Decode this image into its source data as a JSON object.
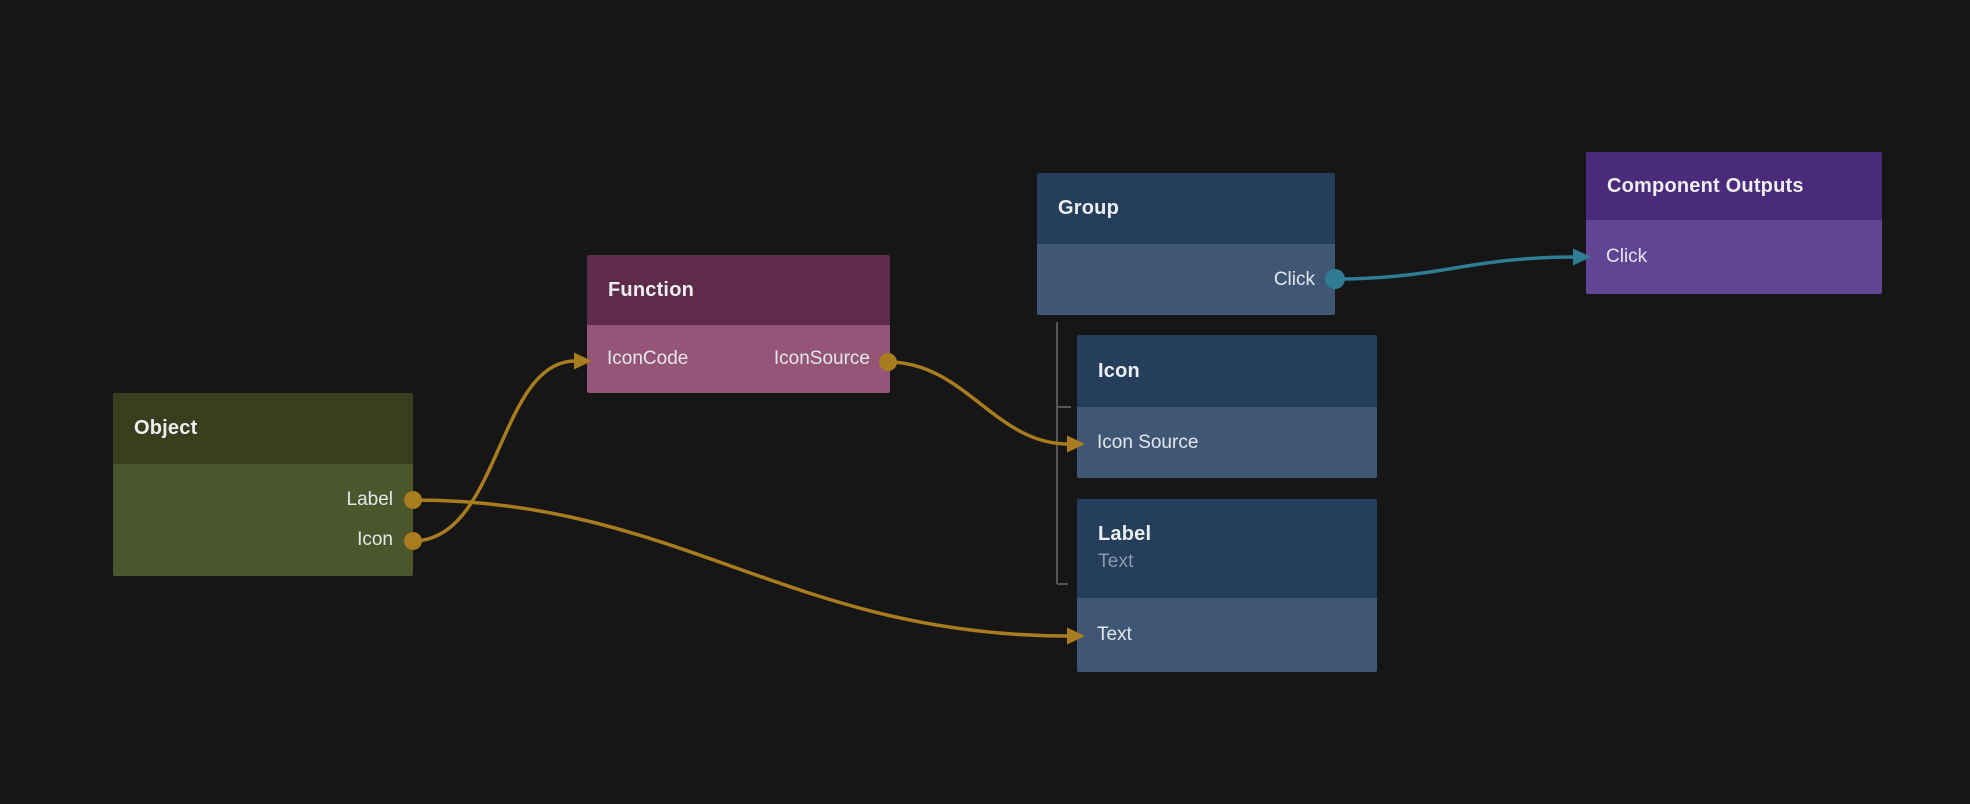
{
  "canvas": {
    "background": "#161616"
  },
  "colors": {
    "wire_gold": "#a87c1f",
    "wire_teal": "#2f7c94",
    "tree_line": "#565656",
    "object_header": "#373f1e",
    "object_body": "#4c562c",
    "function_header": "#5e2b4a",
    "function_body": "#945579",
    "blue_header": "#243e5b",
    "blue_body": "#3f5675",
    "purple_header": "#4a2b7a",
    "purple_body": "#614595"
  },
  "nodes": {
    "object": {
      "title": "Object",
      "outputs": [
        {
          "label": "Label"
        },
        {
          "label": "Icon"
        }
      ]
    },
    "function": {
      "title": "Function",
      "inputs": [
        {
          "label": "IconCode"
        }
      ],
      "outputs": [
        {
          "label": "IconSource"
        }
      ]
    },
    "group": {
      "title": "Group",
      "outputs": [
        {
          "label": "Click"
        }
      ]
    },
    "icon": {
      "title": "Icon",
      "inputs": [
        {
          "label": "Icon Source"
        }
      ]
    },
    "label": {
      "title": "Label",
      "subtitle": "Text",
      "inputs": [
        {
          "label": "Text"
        }
      ]
    },
    "component_outputs": {
      "title": "Component Outputs",
      "inputs": [
        {
          "label": "Click"
        }
      ]
    }
  },
  "connections": [
    {
      "from": "Object.Icon",
      "to": "Function.IconCode",
      "color": "#a87c1f"
    },
    {
      "from": "Object.Label",
      "to": "Label.Text",
      "color": "#a87c1f"
    },
    {
      "from": "Function.IconSource",
      "to": "Icon.Icon Source",
      "color": "#a87c1f"
    },
    {
      "from": "Group.Click",
      "to": "Component Outputs.Click",
      "color": "#2f7c94"
    }
  ],
  "hierarchy": {
    "parent": "Group",
    "children": [
      "Icon",
      "Label"
    ]
  }
}
